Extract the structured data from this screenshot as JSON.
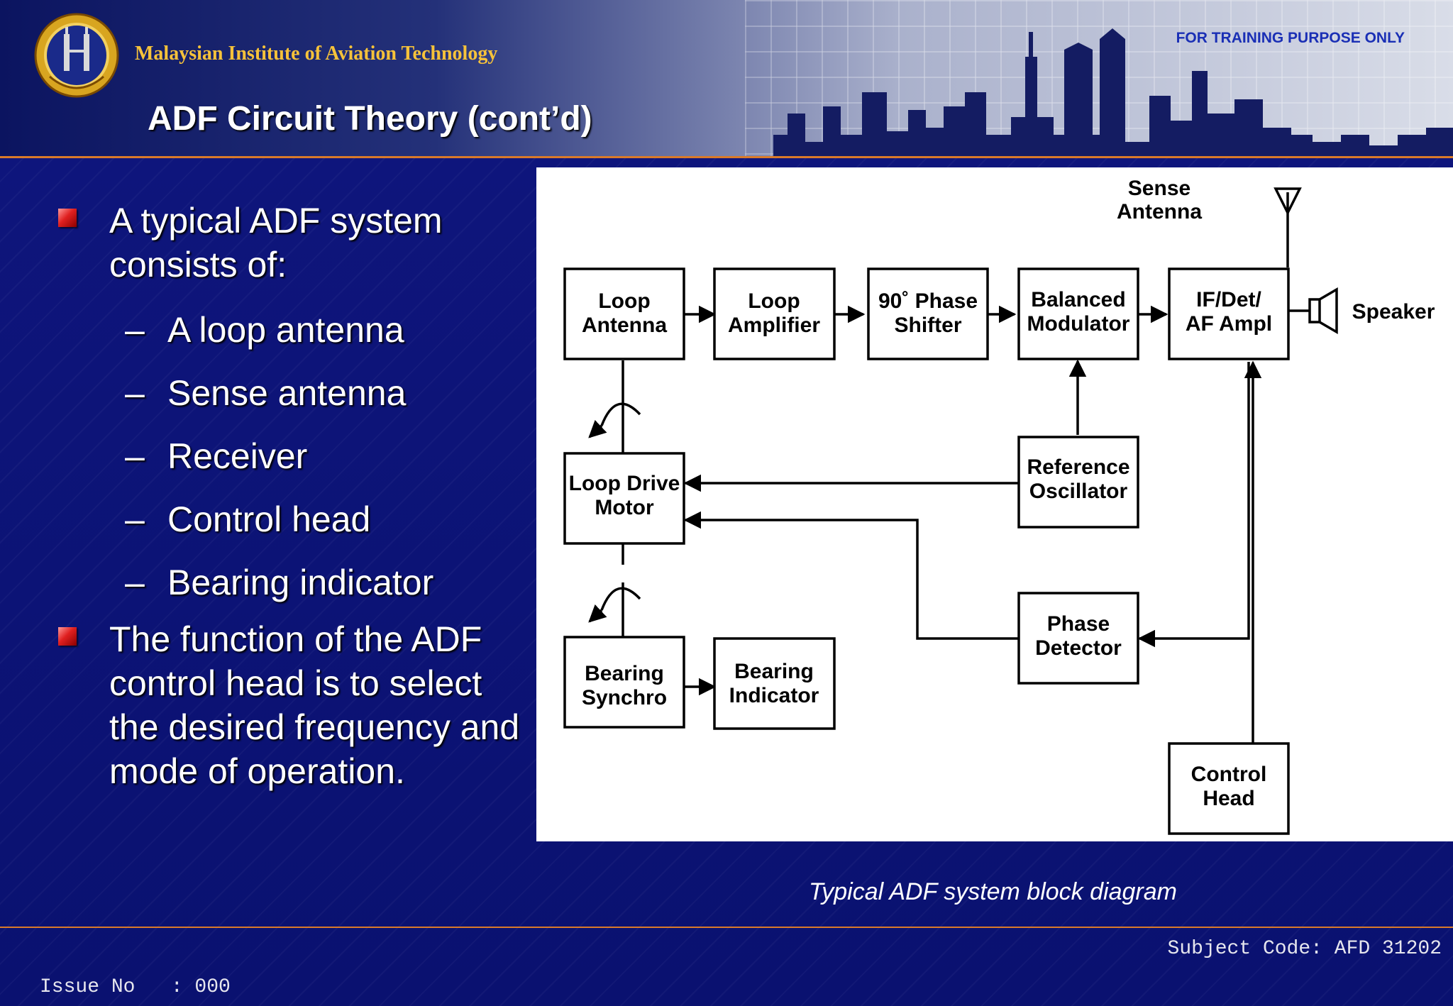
{
  "header": {
    "institute": "Malaysian Institute of Aviation Technology",
    "training_notice": "FOR TRAINING PURPOSE ONLY",
    "title": "ADF Circuit Theory (cont’d)"
  },
  "content": {
    "bullet1": "A typical ADF system consists of:",
    "sub_items": [
      "A loop antenna",
      "Sense antenna",
      "Receiver",
      "Control head",
      "Bearing indicator"
    ],
    "bullet2": "The function of the ADF control head is to select the desired frequency and mode of operation.",
    "dash": "–"
  },
  "diagram": {
    "sense_antenna": [
      "Sense",
      "Antenna"
    ],
    "speaker": "Speaker",
    "loop_antenna": [
      "Loop",
      "Antenna"
    ],
    "loop_amplifier": [
      "Loop",
      "Amplifier"
    ],
    "phase_shifter": [
      "90˚ Phase",
      "Shifter"
    ],
    "balanced_modulator": [
      "Balanced",
      "Modulator"
    ],
    "if_det_af": [
      "IF/Det/",
      "AF Ampl"
    ],
    "reference_oscillator": [
      "Reference",
      "Oscillator"
    ],
    "loop_drive_motor": [
      "Loop Drive",
      "Motor"
    ],
    "phase_detector": [
      "Phase",
      "Detector"
    ],
    "bearing_synchro": [
      "Bearing",
      "Synchro"
    ],
    "bearing_indicator": [
      "Bearing",
      "Indicator"
    ],
    "control_head": [
      "Control",
      "Head"
    ]
  },
  "caption": "Typical ADF system block diagram",
  "footer": {
    "subject_code": "Subject Code: AFD 31202",
    "issue": "Issue No   : 000"
  },
  "colors": {
    "background": "#0b1276",
    "institute_text": "#f6c23a",
    "accent_line": "#d97a2a",
    "bullet": "#e02020"
  }
}
